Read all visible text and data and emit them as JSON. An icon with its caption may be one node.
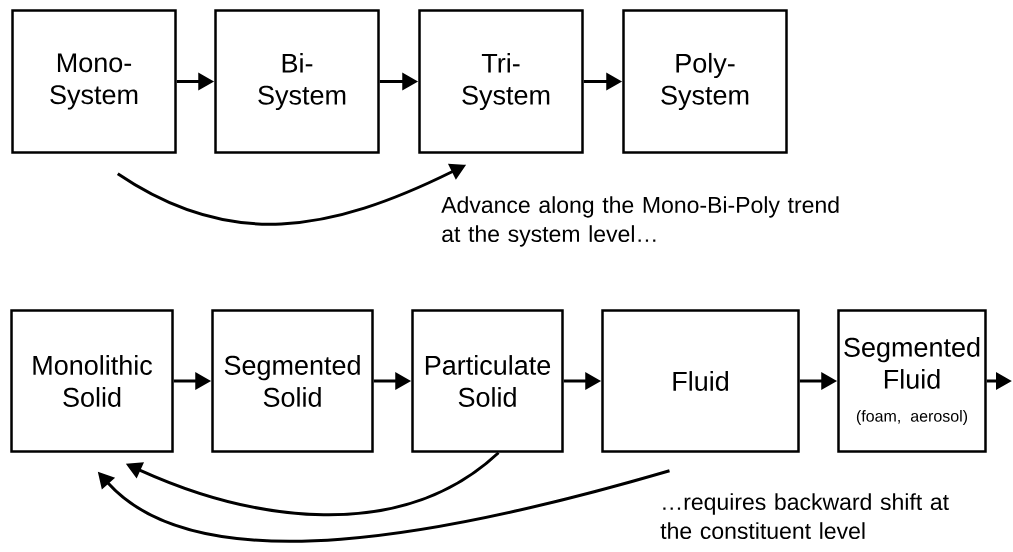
{
  "diagram": {
    "nodes": [
      {
        "text": [
          "Mono- System"
        ]
      },
      {
        "text": [
          "Bi- System"
        ]
      },
      {
        "text": [
          "Tri- System"
        ]
      },
      {
        "text": [
          "Poly- System"
        ]
      },
      {
        "text": [
          "Monolithic Solid"
        ]
      },
      {
        "text": [
          "Segmented Solid"
        ]
      },
      {
        "text": [
          "Particulate Solid"
        ]
      },
      {
        "text": [
          "Fluid"
        ]
      },
      {
        "text": [
          "Segmented Fluid",
          "(foam, aerosol)"
        ]
      }
    ],
    "edges": [
      {
        "from": 0,
        "to": 1,
        "arrow": "to"
      },
      {
        "from": 1,
        "to": 2,
        "arrow": "to"
      },
      {
        "from": 2,
        "to": 3,
        "arrow": "to"
      },
      {
        "from": 4,
        "to": 5,
        "arrow": "to"
      },
      {
        "from": 5,
        "to": 6,
        "arrow": "to"
      },
      {
        "from": 6,
        "to": 7,
        "arrow": "to"
      },
      {
        "from": 7,
        "to": 8,
        "arrow": "to"
      },
      {
        "from": 8,
        "to": null,
        "arrow": "to"
      },
      {
        "from": 0,
        "to": 2,
        "arrow": "to"
      },
      {
        "from": 6,
        "to": 4,
        "arrow": "to"
      },
      {
        "from": 7,
        "to": 4,
        "arrow": "to"
      }
    ],
    "labels": [
      "Advance along the Mono-Bi-Poly trend at the system level…",
      "…requires backward shift at the constituent level"
    ]
  }
}
